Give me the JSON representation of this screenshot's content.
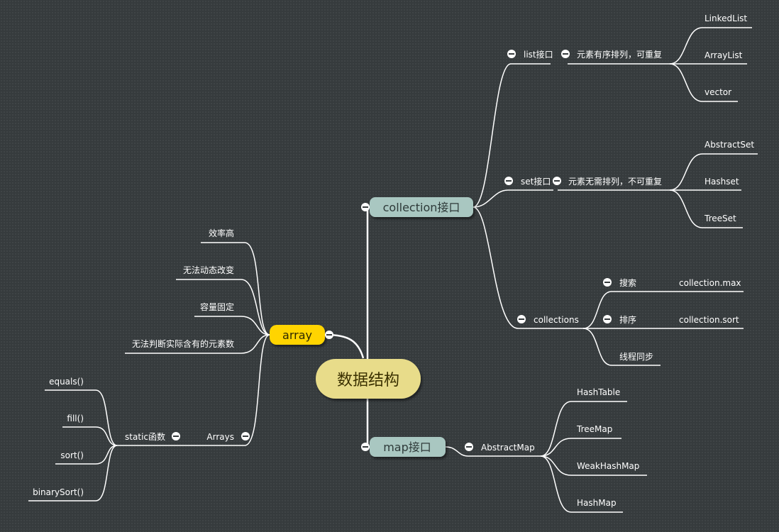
{
  "center": {
    "label": "数据结构"
  },
  "collection": {
    "label": "collection接口",
    "list": {
      "label": "list接口",
      "desc": "元素有序排列，可重复",
      "items": [
        "LinkedList",
        "ArrayList",
        "vector"
      ]
    },
    "set": {
      "label": "set接口",
      "desc": "元素无需排列，不可重复",
      "items": [
        "AbstractSet",
        "Hashset",
        "TreeSet"
      ]
    },
    "collections": {
      "label": "collections",
      "search": {
        "label": "搜索",
        "child": "collection.max"
      },
      "sort": {
        "label": "排序",
        "child": "collection.sort"
      },
      "sync": {
        "label": "线程同步"
      }
    }
  },
  "map": {
    "label": "map接口",
    "abstract_map": {
      "label": "AbstractMap",
      "items": [
        "HashTable",
        "TreeMap",
        "WeakHashMap",
        "HashMap"
      ]
    }
  },
  "array": {
    "label": "array",
    "traits": [
      "效率高",
      "无法动态改变",
      "容量固定",
      "无法判断实际含有的元素数"
    ],
    "arrays": {
      "label": "Arrays",
      "static": {
        "label": "static函数",
        "items": [
          "equals()",
          "fill()",
          "sort()",
          "binarySort()"
        ]
      }
    }
  },
  "colors": {
    "background": "#363b3d",
    "center_fill": "#e8dc8a",
    "array_fill": "#ffd400",
    "main_node_fill": "#a9c7c1",
    "line": "#ffffff"
  }
}
